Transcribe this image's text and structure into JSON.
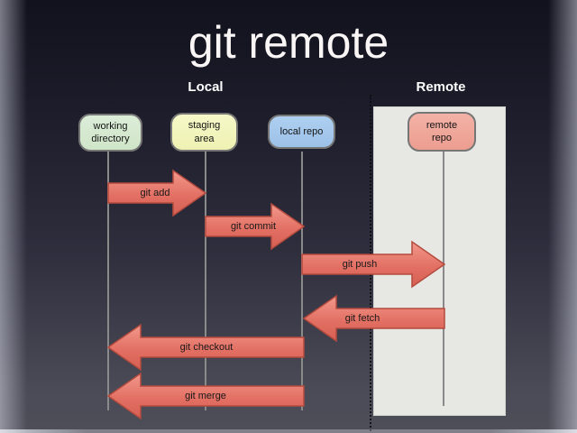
{
  "slide": {
    "title": "git remote"
  },
  "sections": {
    "local_label": "Local",
    "remote_label": "Remote"
  },
  "nodes": {
    "working_directory": "working\ndirectory",
    "staging_area": "staging\narea",
    "local_repo": "local repo",
    "remote_repo": "remote\nrepo"
  },
  "arrows": {
    "git_add": {
      "label": "git add",
      "from": "working directory",
      "to": "staging area",
      "direction": "right"
    },
    "git_commit": {
      "label": "git commit",
      "from": "staging area",
      "to": "local repo",
      "direction": "right"
    },
    "git_push": {
      "label": "git push",
      "from": "local repo",
      "to": "remote repo",
      "direction": "right"
    },
    "git_fetch": {
      "label": "git fetch",
      "from": "remote repo",
      "to": "local repo",
      "direction": "left"
    },
    "git_checkout": {
      "label": "git checkout",
      "from": "local repo",
      "to": "working directory",
      "direction": "left"
    },
    "git_merge": {
      "label": "git merge",
      "from": "local repo",
      "to": "working directory",
      "direction": "left"
    }
  },
  "colors": {
    "background_top": "#12121e",
    "background_bottom": "#4e4e59",
    "node_working_directory": "#d5e9d0",
    "node_staging_area": "#f3f5bd",
    "node_local_repo": "#a5c8ec",
    "node_remote_repo": "#f0a99c",
    "arrow_fill": "#e37064",
    "arrow_border": "#b44a3e",
    "remote_panel": "#e7e8e3",
    "lifeline": "#8a8a8a",
    "title_text": "#fbf6f6"
  }
}
